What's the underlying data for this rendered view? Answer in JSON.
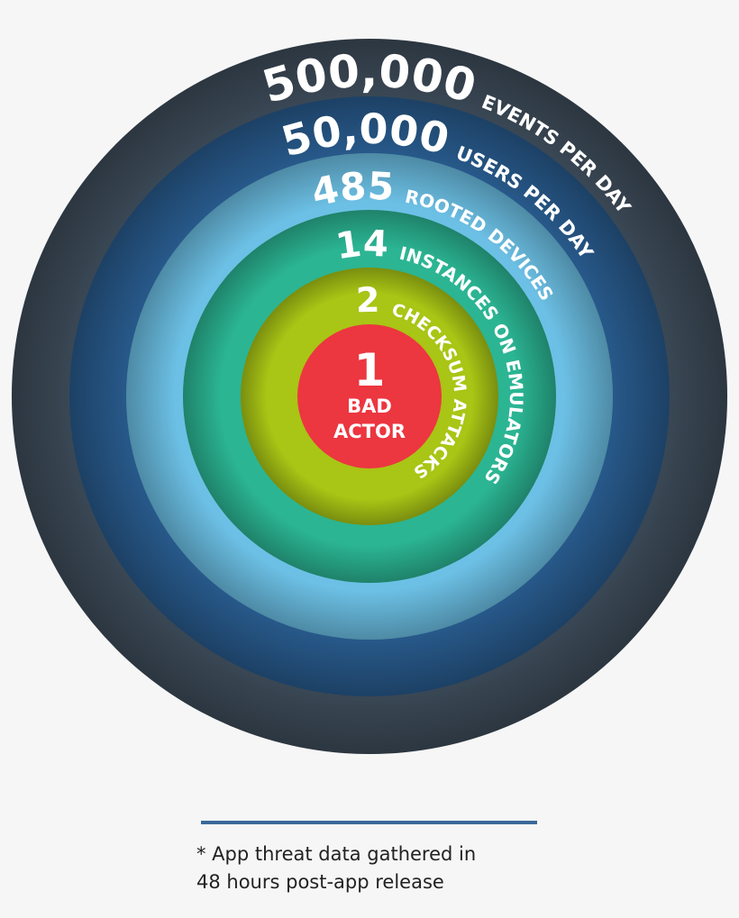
{
  "rings": [
    {
      "number": "500,000",
      "label": "EVENTS PER DAY",
      "color": "#3d4b59"
    },
    {
      "number": "50,000",
      "label": "USERS PER DAY",
      "color": "#285a8c"
    },
    {
      "number": "485",
      "label": "ROOTED DEVICES",
      "color": "#6cc0e5"
    },
    {
      "number": "14",
      "label": "INSTANCES ON EMULATORS",
      "color": "#2bb593"
    },
    {
      "number": "2",
      "label": "CHECKSUM ATTACKS",
      "color": "#a9c515"
    }
  ],
  "center": {
    "number": "1",
    "line1": "BAD",
    "line2": "ACTOR",
    "color": "#ec3640"
  },
  "footnote": {
    "line1": "* App threat data gathered in",
    "line2": "48 hours post-app release"
  },
  "divider_color": "#3a6898"
}
